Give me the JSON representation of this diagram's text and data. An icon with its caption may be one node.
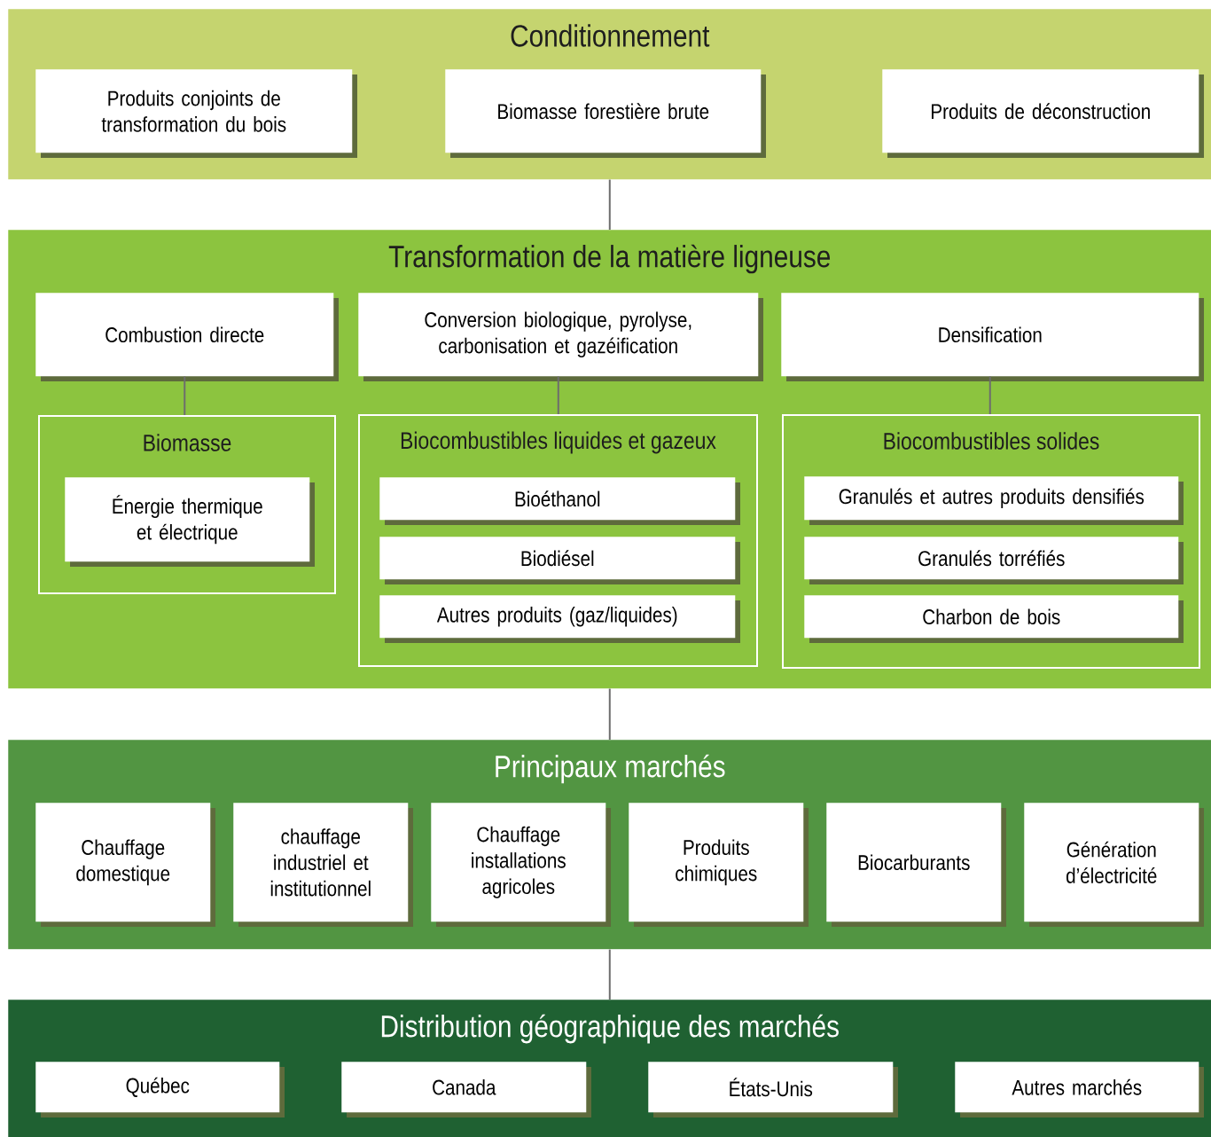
{
  "diagram": {
    "nodes": [
      {
        "text": [
          "Conditionnement"
        ]
      },
      {
        "text": [
          "Produits conjoints de transformation du bois"
        ],
        "in": 0
      },
      {
        "text": [
          "Biomasse forestière brute"
        ],
        "in": 0
      },
      {
        "text": [
          "Produits de déconstruction"
        ],
        "in": 0
      },
      {
        "text": [
          "Transformation de la matière ligneuse"
        ]
      },
      {
        "text": [
          "Combustion directe"
        ],
        "in": 4
      },
      {
        "text": [
          "Conversion biologique, pyrolyse, carbonisation et gazéification"
        ],
        "in": 4
      },
      {
        "text": [
          "Densification"
        ],
        "in": 4
      },
      {
        "text": [
          "Biomasse"
        ],
        "in": 4
      },
      {
        "text": [
          "Énergie thermique et électrique"
        ],
        "in": 8
      },
      {
        "text": [
          "Biocombustibles liquides et gazeux"
        ],
        "in": 4
      },
      {
        "text": [
          "Bioéthanol"
        ],
        "in": 10
      },
      {
        "text": [
          "Biodiésel"
        ],
        "in": 10
      },
      {
        "text": [
          "Autres produits (gaz/liquides)"
        ],
        "in": 10
      },
      {
        "text": [
          "Biocombustibles solides"
        ],
        "in": 4
      },
      {
        "text": [
          "Granulés et autres produits densifiés"
        ],
        "in": 14
      },
      {
        "text": [
          "Granulés torréfiés"
        ],
        "in": 14
      },
      {
        "text": [
          "Charbon de bois"
        ],
        "in": 14
      },
      {
        "text": [
          "Principaux marchés"
        ]
      },
      {
        "text": [
          "Chauffage domestique"
        ],
        "in": 18
      },
      {
        "text": [
          "chauffage industriel et institutionnel"
        ],
        "in": 18
      },
      {
        "text": [
          "Chauffage installations agricoles"
        ],
        "in": 18
      },
      {
        "text": [
          "Produits chimiques"
        ],
        "in": 18
      },
      {
        "text": [
          "Biocarburants"
        ],
        "in": 18
      },
      {
        "text": [
          "Génération d’électricité"
        ],
        "in": 18
      },
      {
        "text": [
          "Distribution géographique des marchés"
        ]
      },
      {
        "text": [
          "Québec"
        ],
        "in": 25
      },
      {
        "text": [
          "Canada"
        ],
        "in": 25
      },
      {
        "text": [
          "États-Unis"
        ],
        "in": 25
      },
      {
        "text": [
          "Autres marchés"
        ],
        "in": 25
      }
    ],
    "edges": [
      {
        "from": 0,
        "to": 4,
        "arrow": "none"
      },
      {
        "from": 5,
        "to": 8,
        "arrow": "none"
      },
      {
        "from": 6,
        "to": 10,
        "arrow": "none"
      },
      {
        "from": 7,
        "to": 14,
        "arrow": "none"
      },
      {
        "from": 4,
        "to": 18,
        "arrow": "none"
      },
      {
        "from": 18,
        "to": 25,
        "arrow": "none"
      }
    ]
  }
}
